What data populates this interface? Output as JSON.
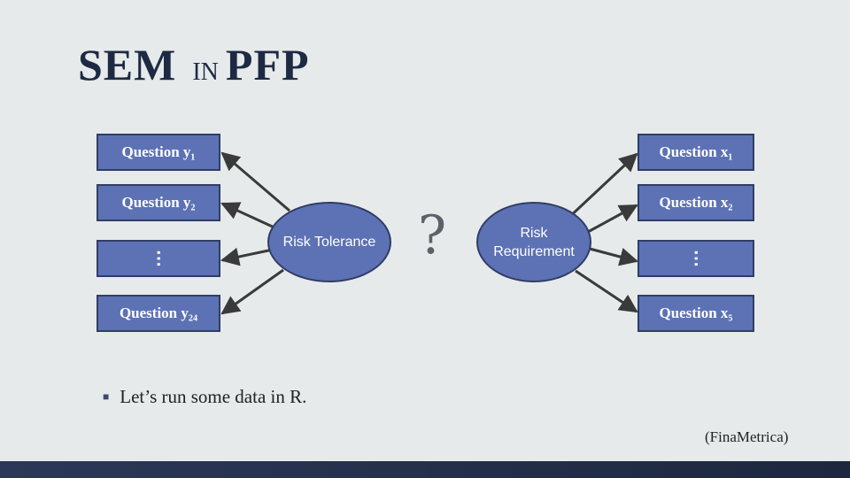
{
  "title": {
    "main_left": "SEM",
    "connector": "IN",
    "main_right": "PFP"
  },
  "left_boxes": [
    {
      "label": "Question y₁"
    },
    {
      "label": "Question y₂"
    },
    {
      "label": "⋯"
    },
    {
      "label": "Question y₂₄"
    }
  ],
  "right_boxes": [
    {
      "label": "Question x₁"
    },
    {
      "label": "Question x₂"
    },
    {
      "label": "⋯"
    },
    {
      "label": "Question x₅"
    }
  ],
  "left_latent": {
    "label": "Risk Tolerance"
  },
  "right_latent": {
    "label": "Risk Requirement"
  },
  "relationship_symbol": "?",
  "bullet": {
    "text": "Let’s run some data in R."
  },
  "citation": "(FinaMetrica)",
  "colors": {
    "background": "#e6eaea",
    "box_fill": "#5d72b4",
    "box_border": "#2f3d66",
    "title": "#1e2a44",
    "footer": "#1d2740"
  }
}
